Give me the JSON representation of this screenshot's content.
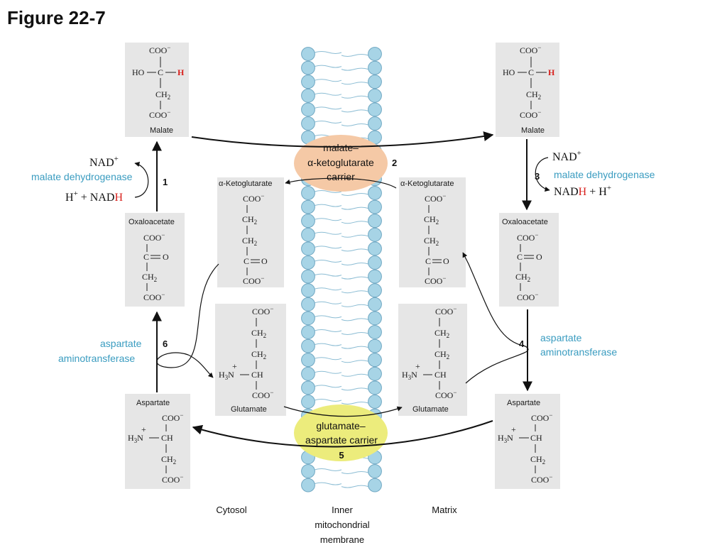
{
  "figure_title": "Figure 22-7",
  "regions": {
    "cytosol": "Cytosol",
    "membrane_line1": "Inner",
    "membrane_line2": "mitochondrial",
    "membrane_line3": "membrane",
    "matrix": "Matrix"
  },
  "carriers": {
    "malate_akg": {
      "line1": "malate–",
      "line2": "α-ketoglutarate",
      "line3": "carrier",
      "step": "2",
      "color": "#f5c9a6"
    },
    "glu_asp": {
      "line1": "glutamate–",
      "line2": "aspartate carrier",
      "step": "5",
      "color": "#ecec7c"
    }
  },
  "molecules": {
    "malate": "Malate",
    "oxaloacetate": "Oxaloacetate",
    "aspartate": "Aspartate",
    "akg": "α-Ketoglutarate",
    "glutamate": "Glutamate"
  },
  "chem": {
    "coo": "COO",
    "minus": "−",
    "ho": "HO",
    "c": "C",
    "h": "H",
    "ch2": "CH",
    "sub2": "2",
    "eq_o": "O",
    "ch": "CH",
    "h3n": "H",
    "sub3": "3",
    "n": "N",
    "plus": "+"
  },
  "left_steps": {
    "step1_num": "1",
    "step1_enzyme": "malate dehydrogenase",
    "nad_plus": "NAD",
    "h_plus_nadh_a": "H",
    "h_plus_nadh_b": " + NAD",
    "h_plus_nadh_red": "H",
    "step6_num": "6",
    "step6_enzyme_line1": "aspartate",
    "step6_enzyme_line2": "aminotransferase"
  },
  "right_steps": {
    "step3_num": "3",
    "step3_enzyme": "malate dehydrogenase",
    "nad_plus": "NAD",
    "nadh_a": "NAD",
    "nadh_red": "H",
    "nadh_b": " + H",
    "step4_num": "4",
    "step4_enzyme_line1": "aspartate",
    "step4_enzyme_line2": "aminotransferase"
  },
  "colors": {
    "box_fill": "#e6e6e6",
    "enzyme_text": "#3a9cc0",
    "highlight_red": "#d8201c",
    "membrane_head": "#a7d4e6"
  }
}
